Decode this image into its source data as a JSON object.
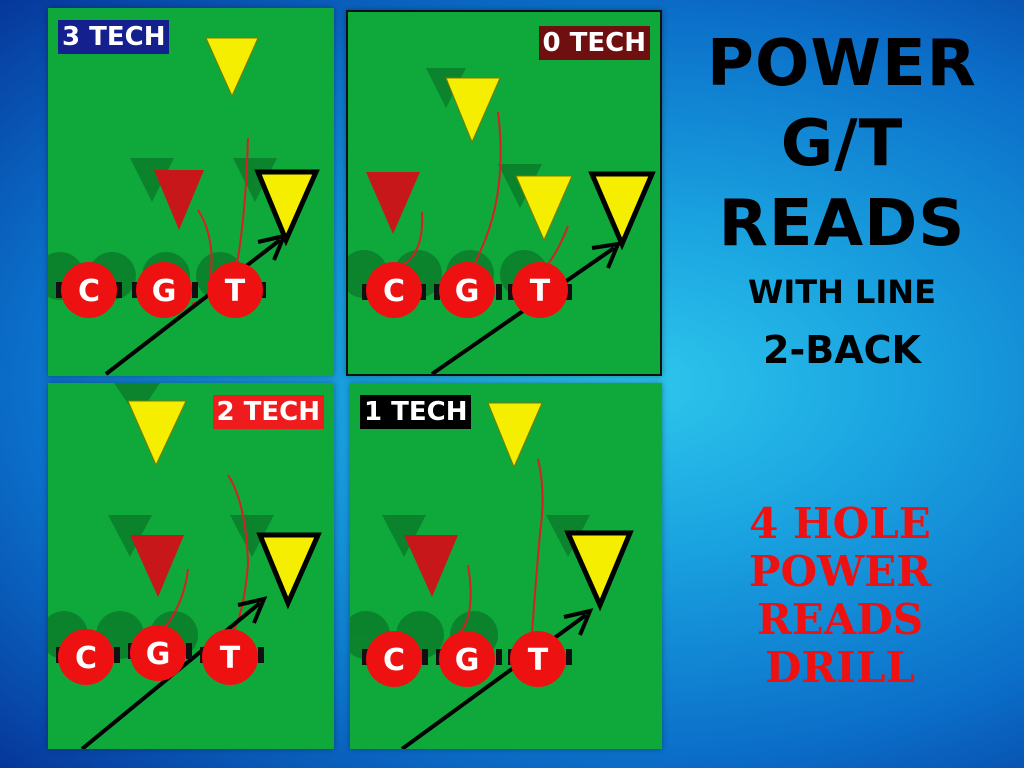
{
  "slide": {
    "title_lines": [
      "POWER",
      "G/T",
      "READS"
    ],
    "subtitle": "WITH LINE",
    "backfield": "2-BACK",
    "drill_lines": [
      "4 HOLE",
      "POWER",
      "READS",
      "DRILL"
    ]
  },
  "panels": [
    {
      "tag": "3 TECH",
      "tag_color": "#14208e",
      "players": [
        "C",
        "G",
        "T"
      ]
    },
    {
      "tag": "0 TECH",
      "tag_color": "#6f0f0f",
      "players": [
        "C",
        "G",
        "T"
      ]
    },
    {
      "tag": "2 TECH",
      "tag_color": "#ee1c1c",
      "players": [
        "C",
        "G",
        "T"
      ]
    },
    {
      "tag": "1 TECH",
      "tag_color": "#000000",
      "players": [
        "C",
        "G",
        "T"
      ]
    }
  ],
  "colors": {
    "field": "#0fa83a",
    "offense": "#ee1111",
    "defender_yellow": "#f5ee00",
    "defender_red": "#c8171a",
    "title": "#000000",
    "drill_text": "#ee1111"
  }
}
